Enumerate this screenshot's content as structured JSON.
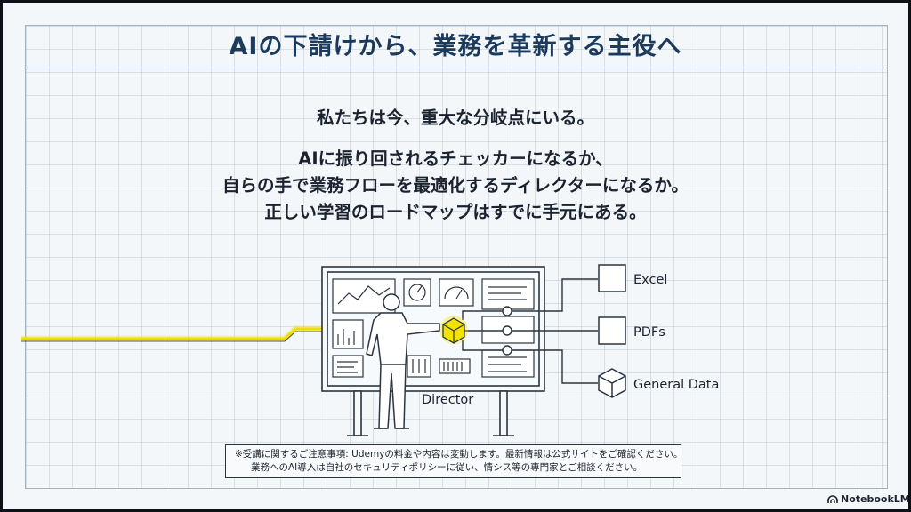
{
  "title": "AIの下請けから、業務を革新する主役へ",
  "body": {
    "line1": "私たちは今、重大な分岐点にいる。",
    "line2": "AIに振り回されるチェッカーになるか、",
    "line3": "自らの手で業務フローを最適化するディレクターになるか。",
    "line4": "正しい学習のロードマップはすでに手元にある。"
  },
  "diagram": {
    "person_label": "Director",
    "sources": [
      "Excel",
      "PDFs",
      "General Data"
    ],
    "colors": {
      "highlight": "#f4e300",
      "line": "#2b3440",
      "grid": "#8ca5be"
    }
  },
  "footnote": {
    "line1": "※受講に関するご注意事項: Udemyの料金や内容は変動します。最新情報は公式サイトをご確認ください。",
    "line2": "業務へのAI導入は自社のセキュリティポリシーに従い、情シス等の専門家とご相談ください。"
  },
  "brand": {
    "name": "NotebookLM",
    "icon": "notebooklm-logo-icon"
  }
}
